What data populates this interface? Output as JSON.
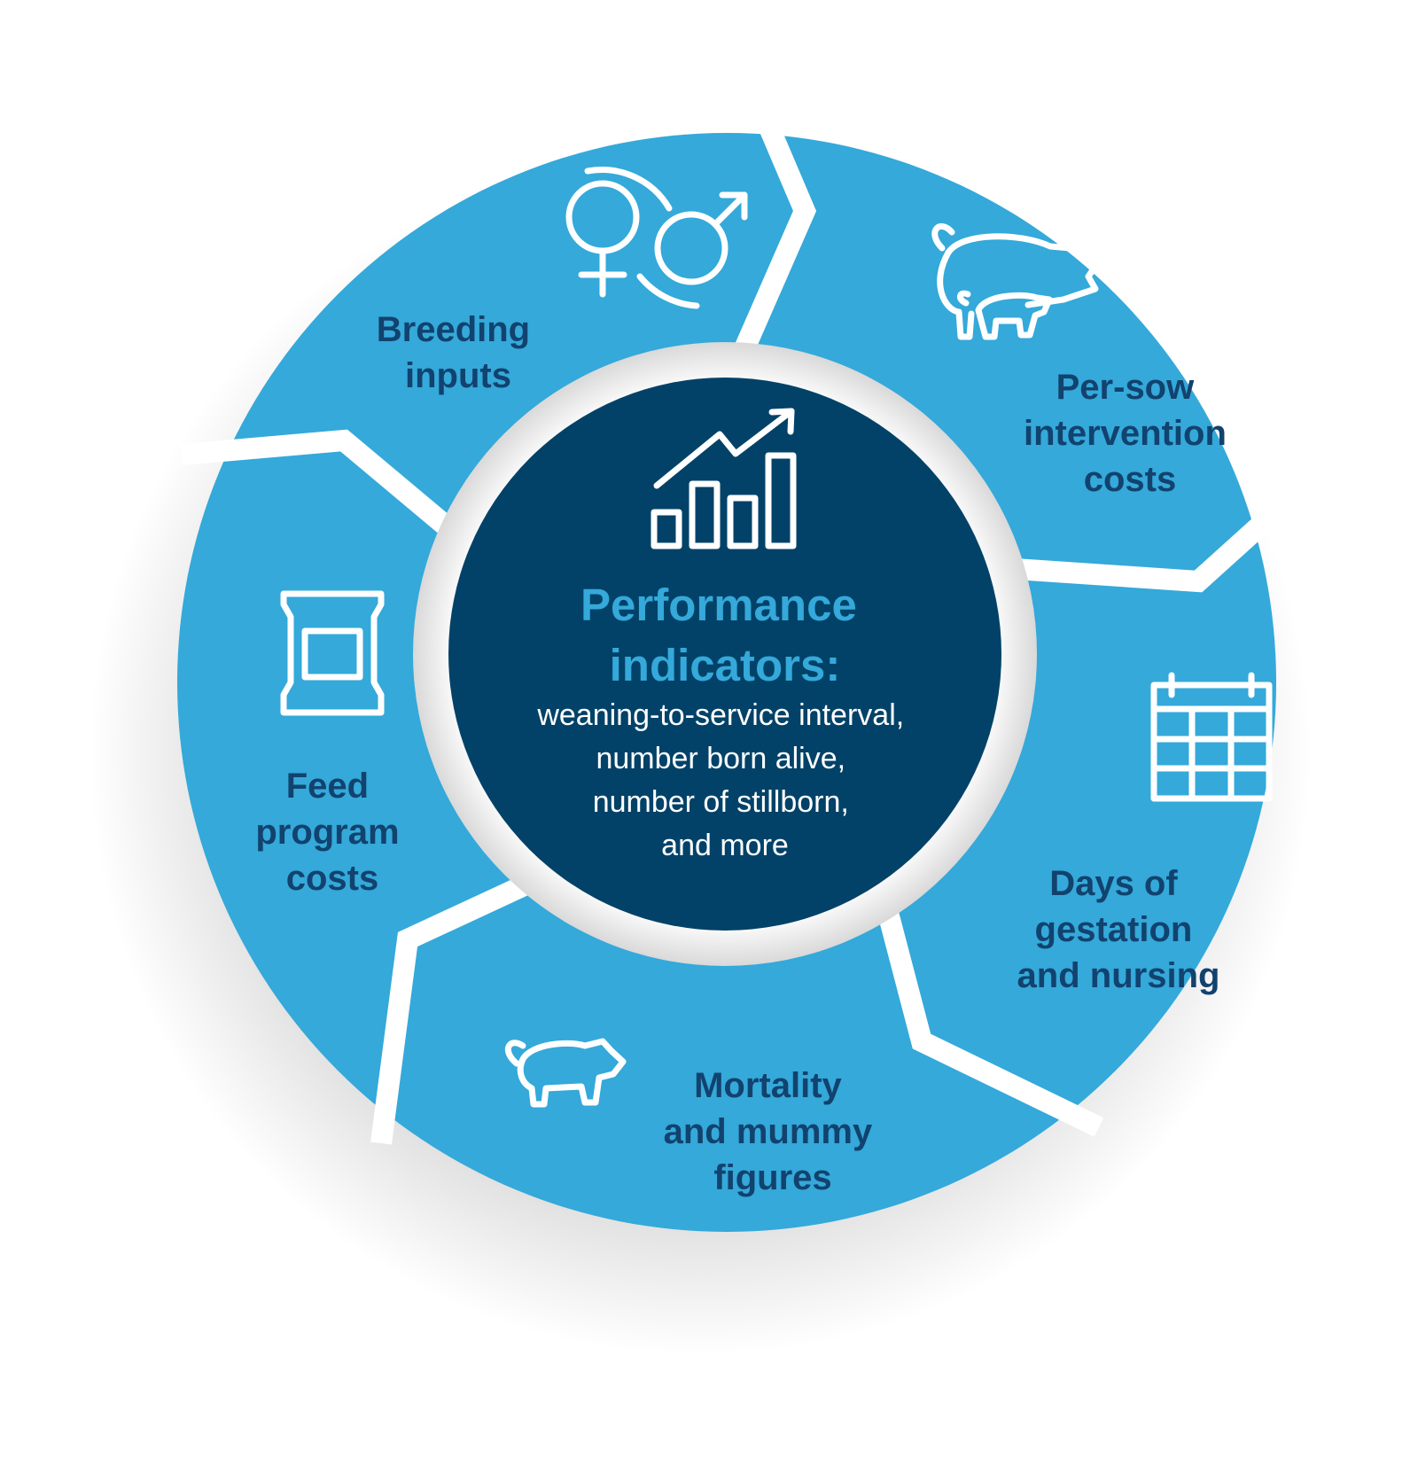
{
  "colors": {
    "segment": "#34a9da",
    "center": "#034268",
    "label": "#12426e",
    "center_title": "#34a9da",
    "center_text": "#ffffff",
    "separator": "#ffffff"
  },
  "center": {
    "icon": "rising-bar-chart-icon",
    "title_lines": [
      "Performance",
      "indicators:"
    ],
    "body_lines": [
      "weaning-to-service interval,",
      "number born alive,",
      "number of stillborn,",
      "and more"
    ]
  },
  "segments": [
    {
      "icon": "female-male-symbols-icon",
      "label_lines": [
        "Breeding",
        "inputs"
      ]
    },
    {
      "icon": "sow-and-piglet-icon",
      "label_lines": [
        "Per-sow",
        "intervention",
        "costs"
      ]
    },
    {
      "icon": "calendar-icon",
      "label_lines": [
        "Days of",
        "gestation",
        "and nursing"
      ]
    },
    {
      "icon": "pig-icon",
      "label_lines": [
        "Mortality",
        "and mummy",
        "figures"
      ]
    },
    {
      "icon": "feed-bag-icon",
      "label_lines": [
        "Feed",
        "program",
        "costs"
      ]
    }
  ]
}
